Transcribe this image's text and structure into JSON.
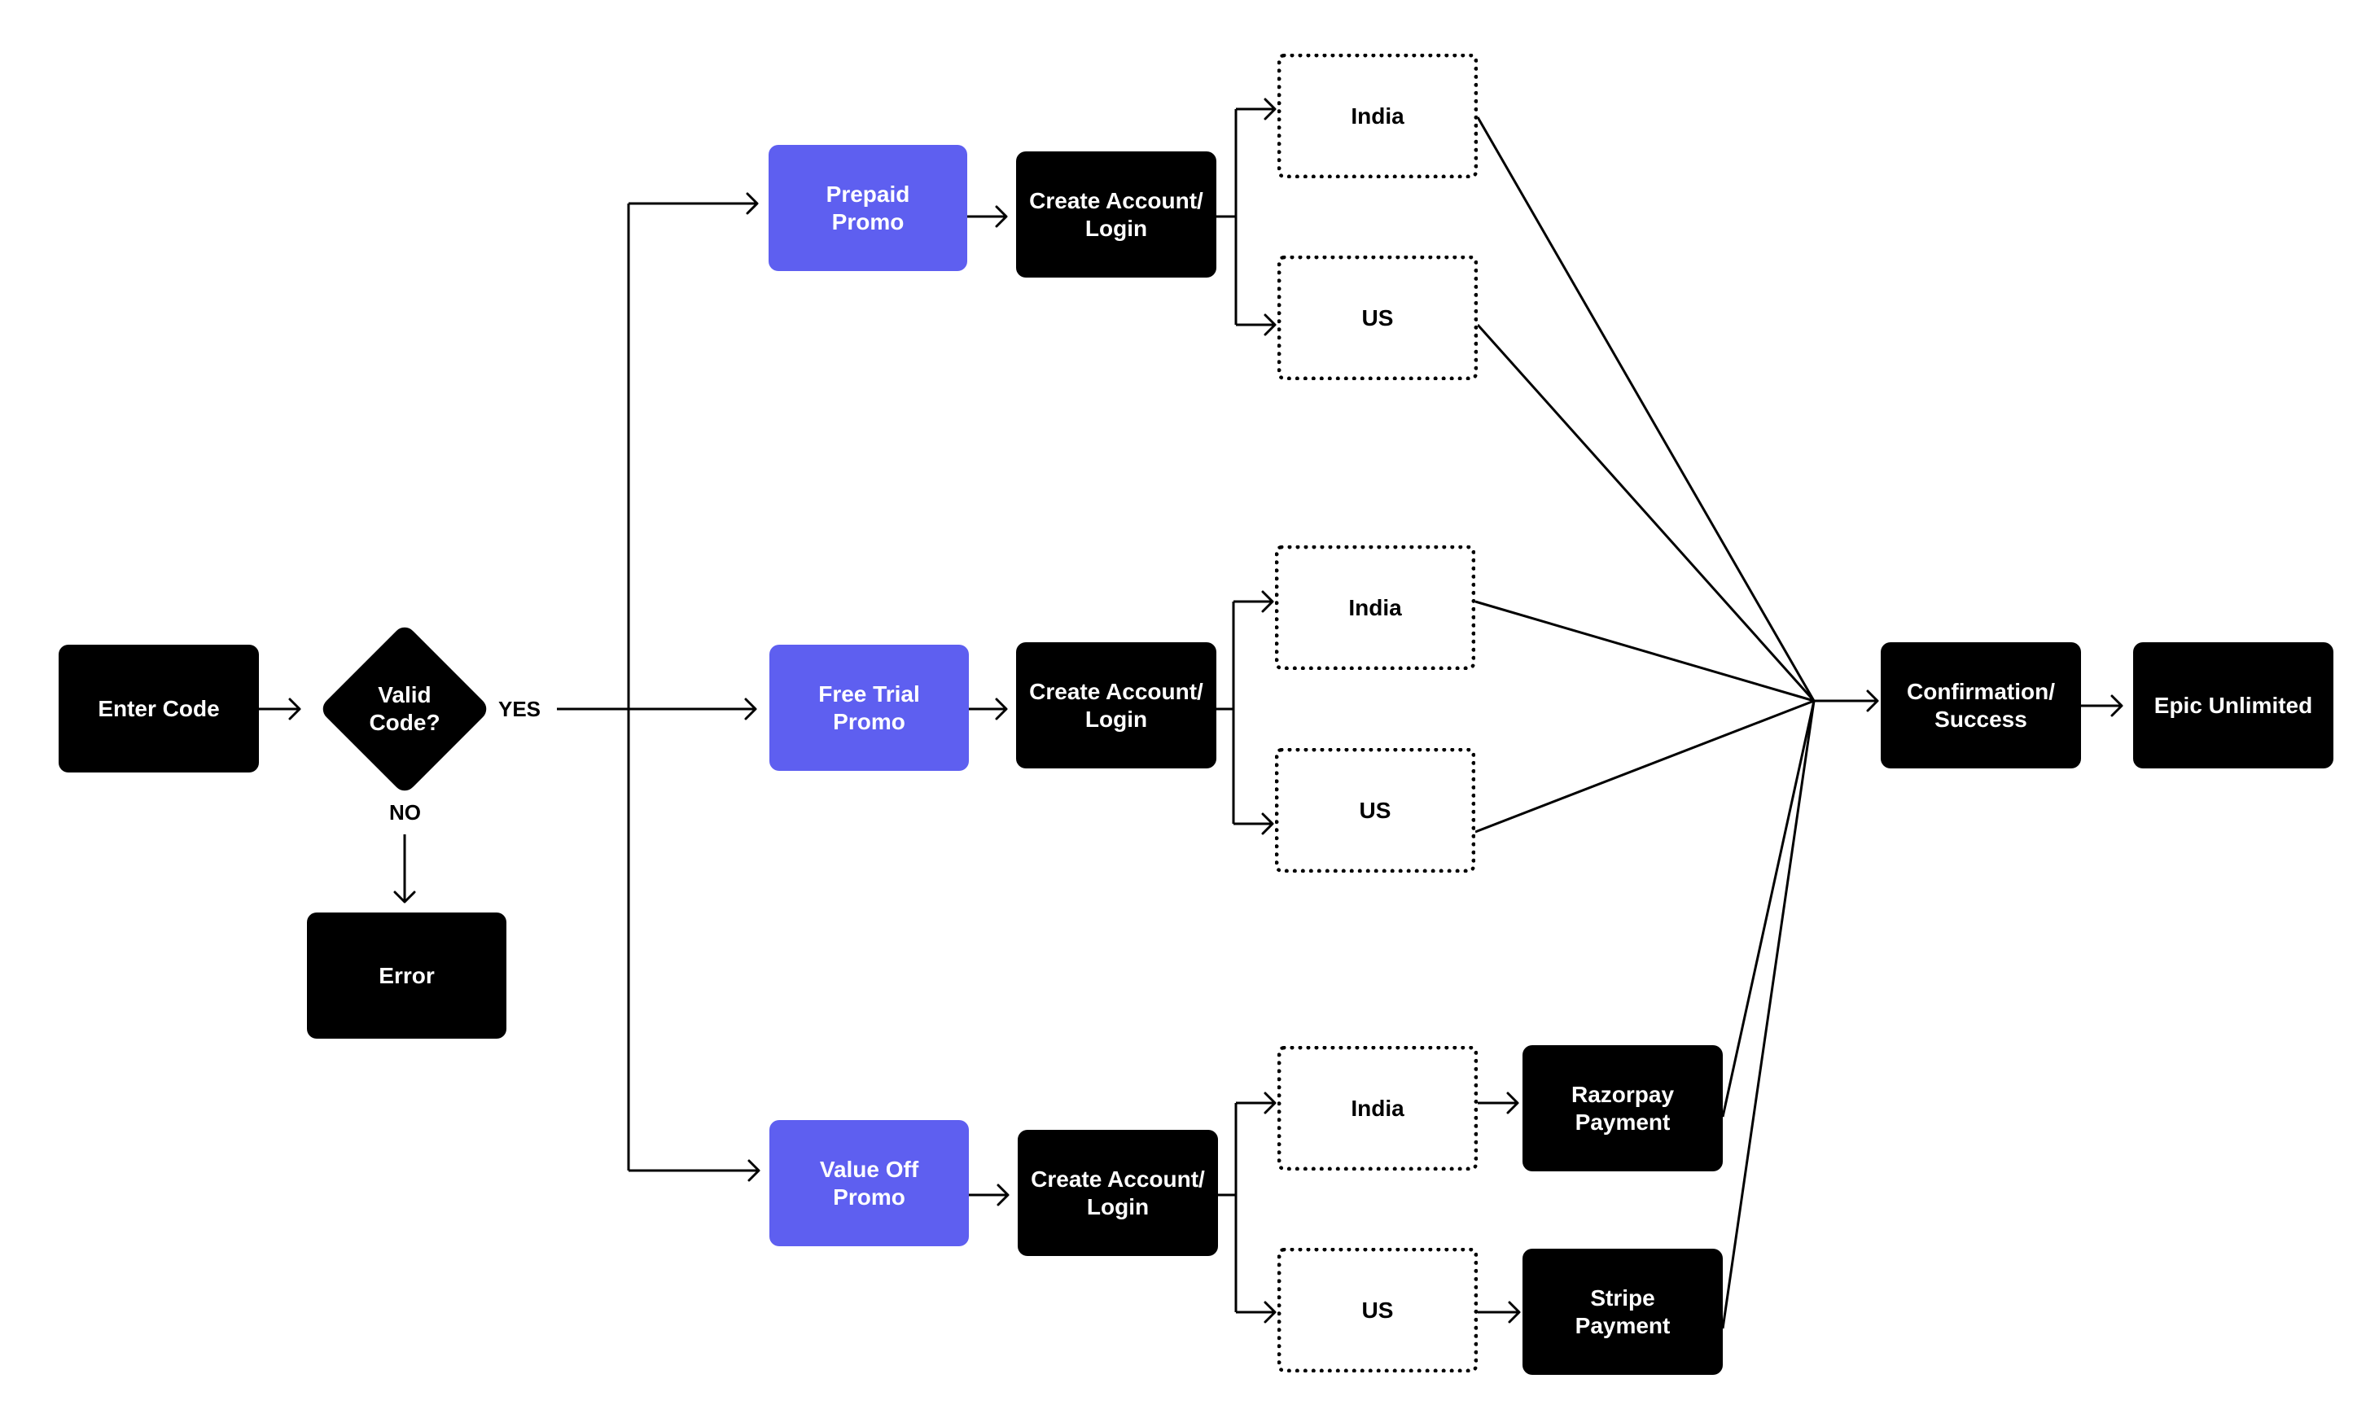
{
  "nodes": {
    "enter_code": "Enter Code",
    "valid_code": "Valid\nCode?",
    "error": "Error",
    "prepaid_promo": "Prepaid\nPromo",
    "free_trial_promo": "Free Trial\nPromo",
    "value_off_promo": "Value Off\nPromo",
    "create_account_1": "Create Account/\nLogin",
    "create_account_2": "Create Account/\nLogin",
    "create_account_3": "Create Account/\nLogin",
    "india_1": "India",
    "us_1": "US",
    "india_2": "India",
    "us_2": "US",
    "india_3": "India",
    "us_3": "US",
    "razorpay_payment": "Razorpay\nPayment",
    "stripe_payment": "Stripe\nPayment",
    "confirmation_success": "Confirmation/\nSuccess",
    "epic_unlimited": "Epic Unlimited"
  },
  "edge_labels": {
    "yes": "YES",
    "no": "NO"
  },
  "colors": {
    "promo": "#5e5ff0",
    "dark_node": "#000000",
    "line": "#000000"
  }
}
